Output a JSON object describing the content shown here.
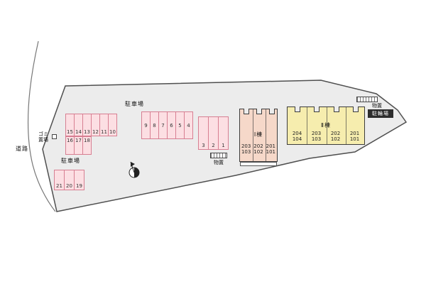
{
  "labels": {
    "road": "道路",
    "garbage": "ゴミ置場",
    "parking_upper": "駐車場",
    "parking_lower": "駐車場",
    "storage_center": "物置",
    "storage_right": "物置",
    "bicycle_parking": "駐輪場"
  },
  "parking": {
    "row_a": [
      "15",
      "14",
      "13",
      "12",
      "11",
      "10"
    ],
    "row_b": [
      "16",
      "17",
      "18"
    ],
    "row_c": [
      "9",
      "8",
      "7",
      "6",
      "5",
      "4"
    ],
    "row_d": [
      "3",
      "2",
      "1"
    ],
    "row_e": [
      "21",
      "20",
      "19"
    ]
  },
  "buildings": {
    "b1": {
      "name": "Ⅰ棟",
      "units": [
        [
          "203",
          "103"
        ],
        [
          "202",
          "102"
        ],
        [
          "201",
          "101"
        ]
      ]
    },
    "b2": {
      "name": "Ⅱ棟",
      "units": [
        [
          "204",
          "104"
        ],
        [
          "203",
          "103"
        ],
        [
          "202",
          "102"
        ],
        [
          "201",
          "101"
        ]
      ]
    }
  },
  "colors": {
    "site_fill": "#ececec",
    "site_stroke": "#4f4f4f",
    "road_stroke": "#777777",
    "stall_fill": "#fcdfe3",
    "stall_stroke": "#d77f92",
    "b1_fill": "#f6d8c9",
    "b2_fill": "#f6edae",
    "outline": "#3c3c3c",
    "badge_bg": "#2d2d2d",
    "badge_text": "#ffffff"
  }
}
